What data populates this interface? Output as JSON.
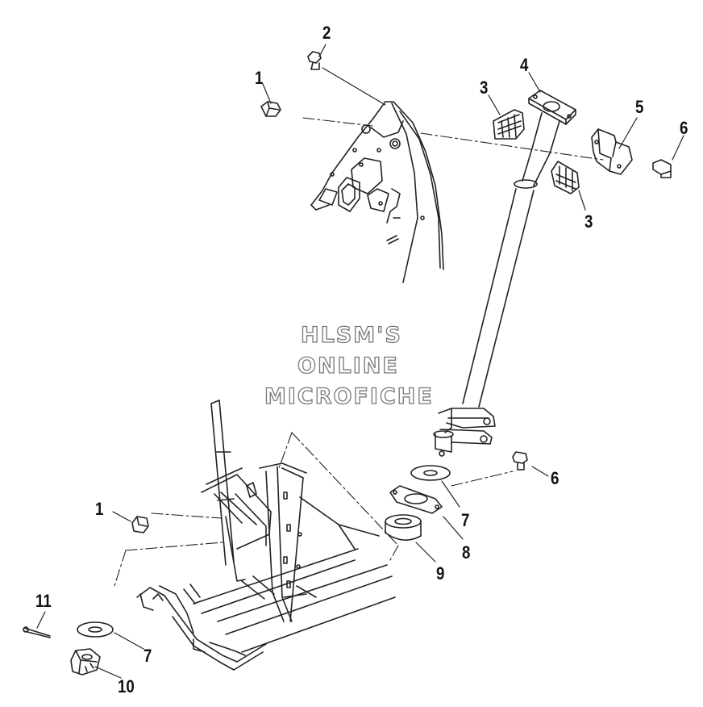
{
  "watermark": {
    "lines": [
      "HLSM'S",
      "ONLINE",
      "MICROFICHE"
    ],
    "stroke_color": "#777777"
  },
  "callouts": [
    {
      "id": "c1a",
      "label": "1"
    },
    {
      "id": "c2",
      "label": "2"
    },
    {
      "id": "c3a",
      "label": "3"
    },
    {
      "id": "c4",
      "label": "4"
    },
    {
      "id": "c5",
      "label": "5"
    },
    {
      "id": "c6a",
      "label": "6"
    },
    {
      "id": "c3b",
      "label": "3"
    },
    {
      "id": "c6b",
      "label": "6"
    },
    {
      "id": "c7a",
      "label": "7"
    },
    {
      "id": "c8",
      "label": "8"
    },
    {
      "id": "c9",
      "label": "9"
    },
    {
      "id": "c1b",
      "label": "1"
    },
    {
      "id": "c11",
      "label": "11"
    },
    {
      "id": "c7b",
      "label": "7"
    },
    {
      "id": "c10",
      "label": "10"
    }
  ],
  "parts": [
    {
      "name": "nut",
      "icon": "hex-nut-icon"
    },
    {
      "name": "grease-fitting",
      "icon": "grease-fitting-icon"
    },
    {
      "name": "bushing-half",
      "icon": "split-bushing-icon"
    },
    {
      "name": "steering-post",
      "icon": "steering-post-icon"
    },
    {
      "name": "bracket",
      "icon": "bracket-icon"
    },
    {
      "name": "bolt",
      "icon": "bolt-icon"
    },
    {
      "name": "washer",
      "icon": "washer-icon"
    },
    {
      "name": "flange-plate",
      "icon": "flange-plate-icon"
    },
    {
      "name": "seal",
      "icon": "seal-ring-icon"
    },
    {
      "name": "castle-nut",
      "icon": "castle-nut-icon"
    },
    {
      "name": "cotter-pin",
      "icon": "cotter-pin-icon"
    }
  ],
  "colors": {
    "line": "#222222",
    "background": "#ffffff"
  }
}
